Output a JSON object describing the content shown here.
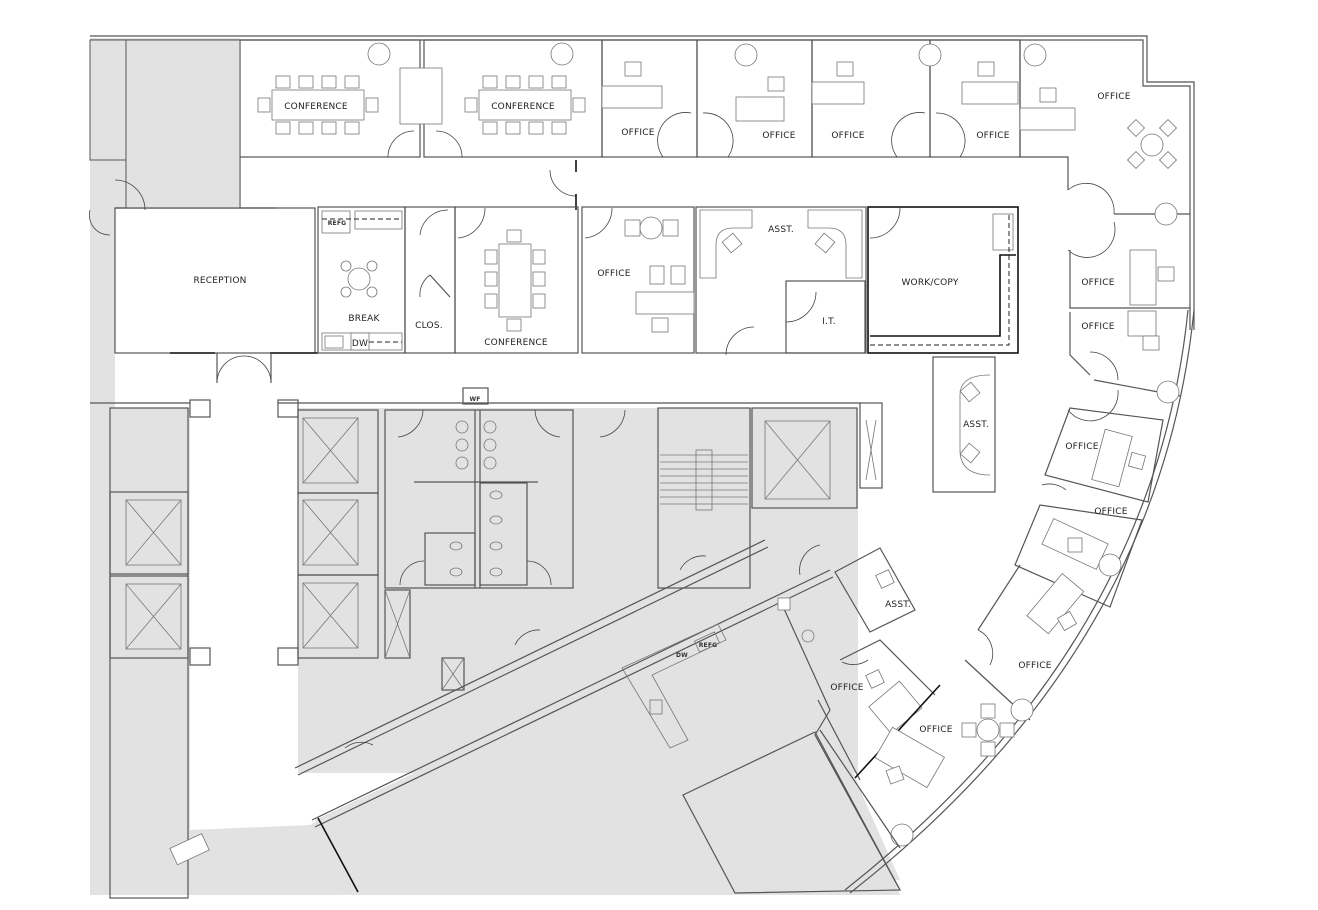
{
  "diagram": {
    "type": "architectural-floor-plan",
    "rooms": {
      "conference_1": "CONFERENCE",
      "conference_2": "CONFERENCE",
      "conference_3": "CONFERENCE",
      "office_top_1": "OFFICE",
      "office_top_2": "OFFICE",
      "office_top_3": "OFFICE",
      "office_top_4": "OFFICE",
      "office_corner_ne": "OFFICE",
      "reception": "RECEPTION",
      "break": "BREAK",
      "closet": "CLOS.",
      "office_mid": "OFFICE",
      "asst_mid": "ASST.",
      "it": "I.T.",
      "work_copy": "WORK/COPY",
      "office_east_1": "OFFICE",
      "office_east_2": "OFFICE",
      "asst_east": "ASST.",
      "office_curve_1": "OFFICE",
      "office_curve_2": "OFFICE",
      "asst_south": "ASST.",
      "office_curve_3": "OFFICE",
      "office_south_1": "OFFICE",
      "office_south_2": "OFFICE"
    },
    "fixtures": {
      "refrigerator": "REFG",
      "dishwasher": "DW",
      "water_fountain": "WF",
      "kitchen_refrigerator": "REFG",
      "kitchen_dishwasher": "DW"
    }
  }
}
